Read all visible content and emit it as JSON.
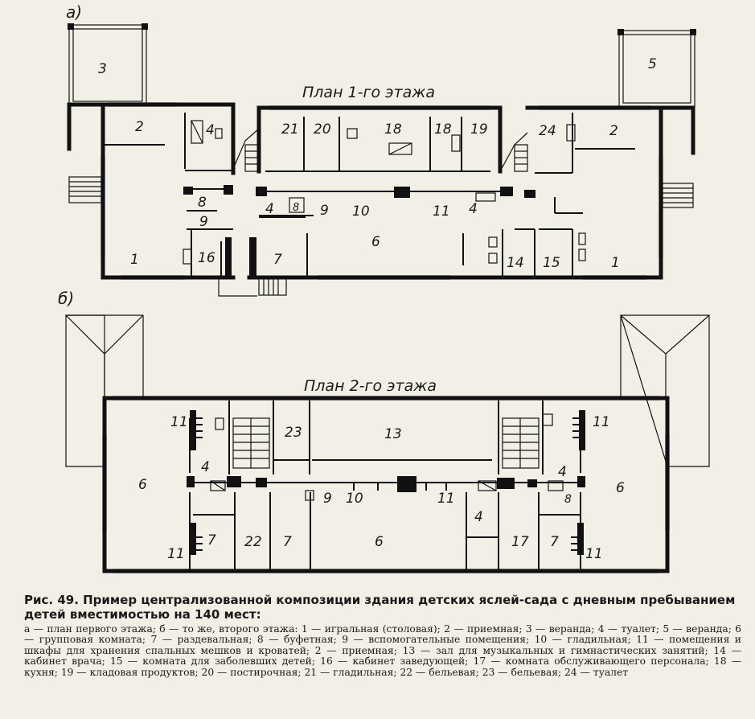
{
  "plan_a": {
    "figure_letter": "а)",
    "title": "План 1-го этажа",
    "labels": {
      "r1_left": "1",
      "r1_right": "1",
      "r2_left": "2",
      "r2_right": "2",
      "r3": "3",
      "r5": "5",
      "r4_top": "4",
      "r4_a": "4",
      "r4_b": "4",
      "r6": "6",
      "r7": "7",
      "r8_a": "8",
      "r8_b": "8",
      "r9_a": "9",
      "r9_b": "9",
      "r10": "10",
      "r11": "11",
      "r14": "14",
      "r15": "15",
      "r16": "16",
      "r18_a": "18",
      "r18_b": "18",
      "r19": "19",
      "r20": "20",
      "r21": "21",
      "r24": "24"
    }
  },
  "plan_b": {
    "figure_letter": "б)",
    "title": "План 2-го этажа",
    "labels": {
      "r6_left": "6",
      "r6_center": "6",
      "r6_right": "6",
      "r4_left": "4",
      "r4_mid": "4",
      "r4_right": "4",
      "r7_a": "7",
      "r7_b": "7",
      "r7_c": "7",
      "r8": "8",
      "r9": "9",
      "r10": "10",
      "r11_tl": "11",
      "r11_tr": "11",
      "r11_mid": "11",
      "r11_bl": "11",
      "r11_br": "11",
      "r13": "13",
      "r17": "17",
      "r22": "22",
      "r23": "23"
    }
  },
  "caption": {
    "figure_number": "Рис. 49.",
    "title": "Пример централизованной композиции здания детских яслей-сада с дневным пребыванием детей вместимостью на 140 мест:",
    "legend": "а — план первого этажа; б — то же, второго этажа: 1 — игральная (столовая); 2 — приемная; 3 — веранда; 4 — туалет; 5 — веранда; 6 — групповая комната; 7 — раздевальная; 8 — буфетная; 9 — вспомогательные помещения; 10 — гладильная; 11 — помещения и шкафы для хранения спальных мешков и кроватей; 2 — приемная; 13 — зал для музыкальных и гимнастических занятий; 14 — кабинет врача; 15 — комната для заболевших детей; 16 — кабинет заведующей; 17 — комната обслуживающего персонала; 18 — кухня; 19 — кладовая продуктов; 20 — постирочная; 21 — гладильная; 22 — бельевая; 23 — бельевая; 24 — туалет"
  }
}
